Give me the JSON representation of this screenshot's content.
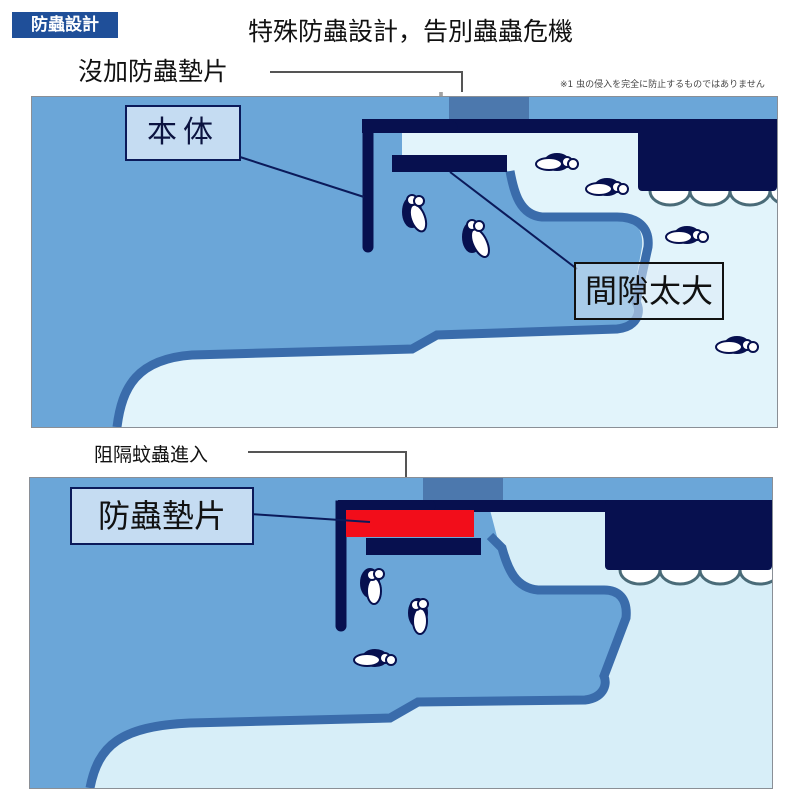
{
  "header": {
    "tag": "防蟲設計",
    "title": "特殊防蟲設計，告別蟲蟲危機",
    "footnote": "※1 虫の侵入を完全に防止するものではありません"
  },
  "panel_top": {
    "pointer_label": "沒加防蟲墊片",
    "callouts": [
      {
        "id": "body",
        "text": "本体"
      },
      {
        "id": "gap",
        "text": "間隙太大"
      }
    ],
    "insects_count": 6
  },
  "panel_bottom": {
    "pointer_label": "阻隔蚊蟲進入",
    "callouts": [
      {
        "id": "pad",
        "text": "防蟲墊片"
      }
    ],
    "insects_count": 3
  },
  "colors": {
    "tag_bg": "#1f4f99",
    "body_blue": "#6ba6d8",
    "outline_blue": "#3a6cab",
    "navy": "#07104f",
    "light_bg": "#e2f4fb",
    "pad_red": "#f20d1a",
    "strip_dark": "#4c78ad"
  }
}
